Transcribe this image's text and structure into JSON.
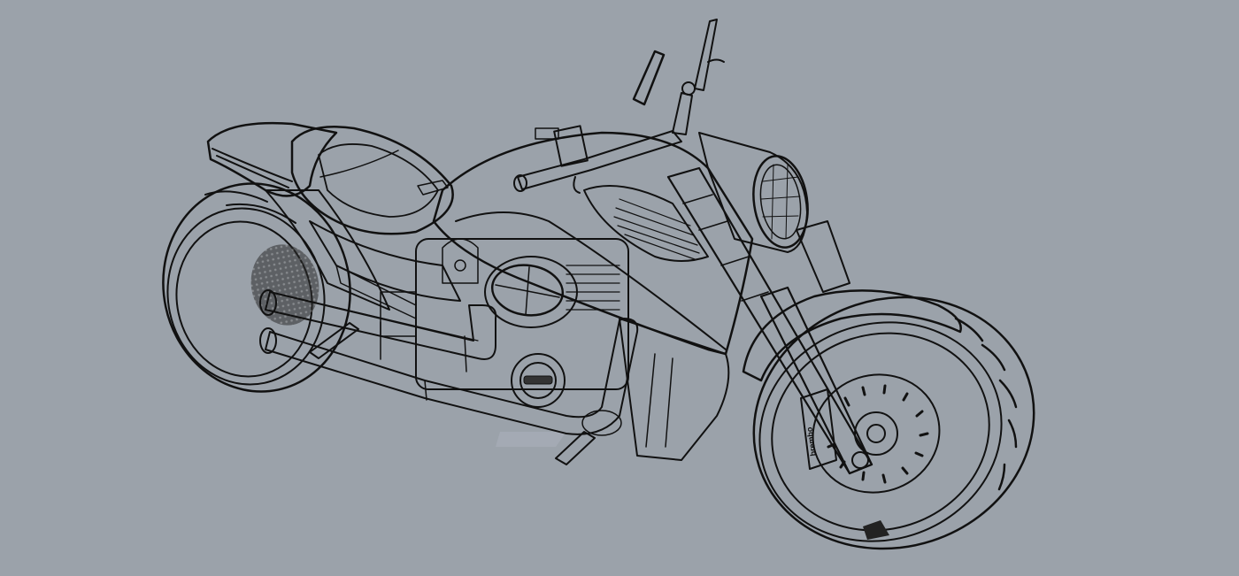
{
  "scene": {
    "subject": "custom cruiser motorcycle",
    "render_style": "CAD shaded with black edge lines",
    "view": "three-quarter front-left perspective",
    "background_color": "#9ba2aa",
    "surface_light": "#f2f2f2",
    "surface_mid": "#c9c9c9",
    "surface_dark": "#7e7e7e",
    "edge_color": "#111111"
  },
  "parts": {
    "front_wheel": "honeycomb lattice spoke wheel with tire tread",
    "rear_wheel": "wide honeycomb lattice wheel under fender",
    "front_brake": "drilled disc rotor with caliper",
    "caliper_mark": "brembo",
    "engine": "V-twin with oval air cleaner",
    "exhaust": "twin straight pipes",
    "seat": "solo sculpted seat",
    "tank": "sculpted fuel tank with louver inset",
    "headlight": "oval headlight nacelle",
    "handlebar": "drag bar with mirrors and levers",
    "forks": "telescopic front forks"
  }
}
